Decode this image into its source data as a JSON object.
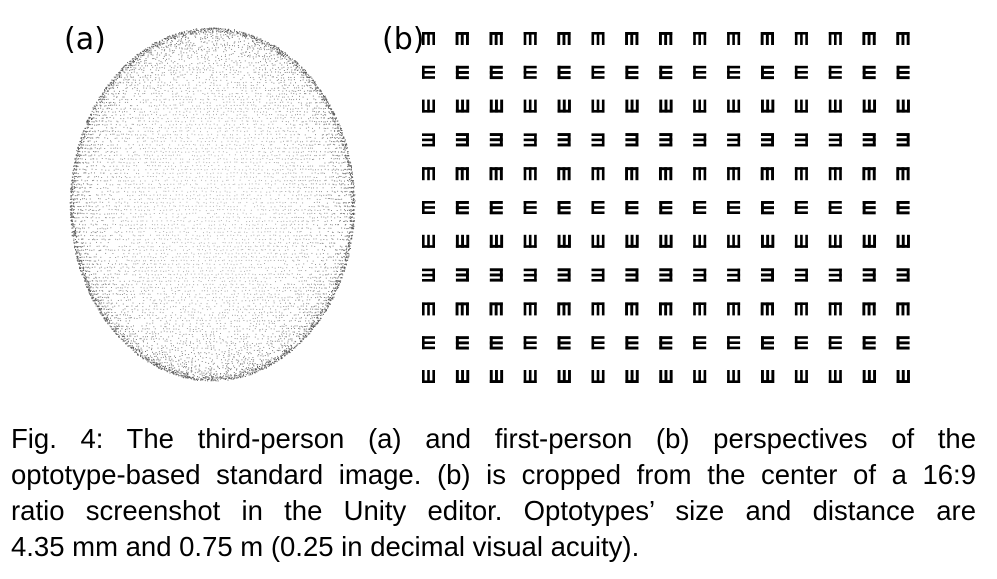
{
  "figure": {
    "panel_a_label": "(a)",
    "panel_b_label": "(b)",
    "optotype_grid": {
      "rows": 11,
      "cols": 15,
      "row_orientations": [
        "down",
        "right",
        "up",
        "left",
        "down",
        "right",
        "up",
        "left",
        "down",
        "right",
        "up"
      ]
    },
    "caption_lines": [
      "Fig. 4: The third-person (a) and first-person (b) perspectives of the",
      "optotype-based standard image. (b) is cropped from the center of a 16:9",
      "ratio screenshot in the Unity editor. Optotypes’ size and distance are",
      "4.35 mm and 0.75 m (0.25 in decimal visual acuity)."
    ]
  }
}
